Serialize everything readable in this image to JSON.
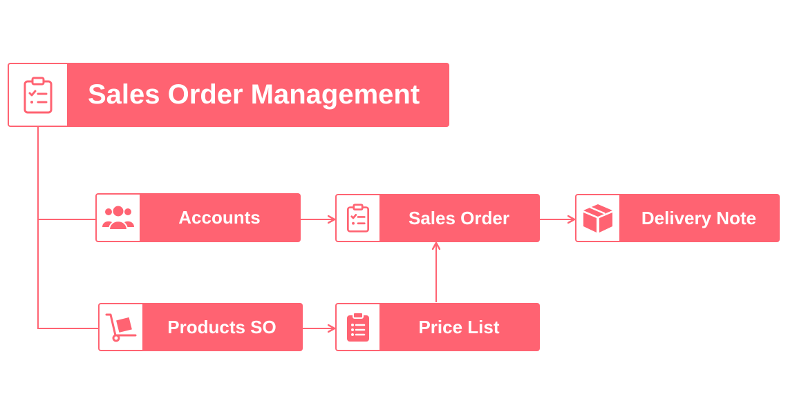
{
  "colors": {
    "accent": "#FF6372",
    "background": "#FFFFFF"
  },
  "title": {
    "label": "Sales Order Management",
    "icon": "clipboard-check-icon"
  },
  "nodes": {
    "accounts": {
      "label": "Accounts",
      "icon": "users-icon"
    },
    "sales_order": {
      "label": "Sales Order",
      "icon": "clipboard-check-icon"
    },
    "delivery_note": {
      "label": "Delivery Note",
      "icon": "box-icon"
    },
    "products_so": {
      "label": "Products SO",
      "icon": "hand-truck-icon"
    },
    "price_list": {
      "label": "Price List",
      "icon": "clipboard-list-icon"
    }
  },
  "edges": [
    {
      "from": "title",
      "to": "accounts"
    },
    {
      "from": "title",
      "to": "products_so"
    },
    {
      "from": "accounts",
      "to": "sales_order"
    },
    {
      "from": "sales_order",
      "to": "delivery_note"
    },
    {
      "from": "products_so",
      "to": "price_list"
    },
    {
      "from": "price_list",
      "to": "sales_order"
    }
  ]
}
